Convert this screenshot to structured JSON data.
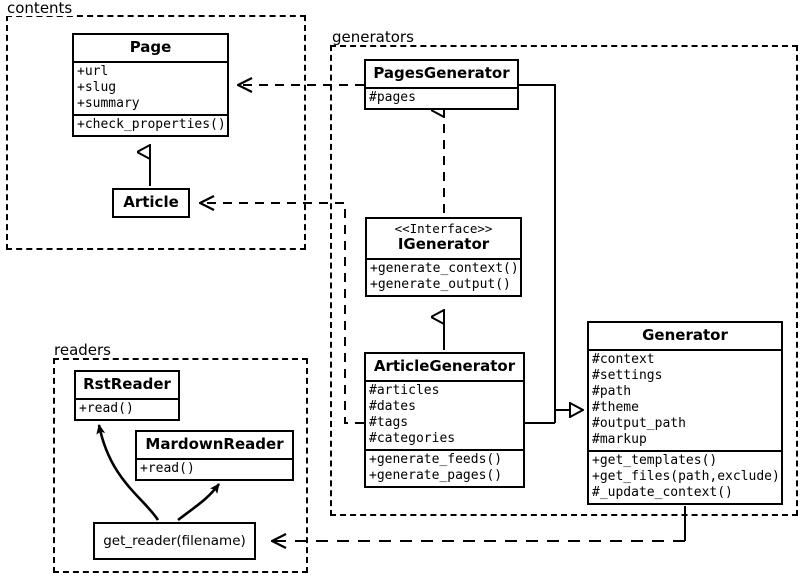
{
  "diagram": {
    "type": "uml-class-diagram",
    "packages": [
      {
        "id": "contents",
        "label": "contents"
      },
      {
        "id": "generators",
        "label": "generators"
      },
      {
        "id": "readers",
        "label": "readers"
      }
    ]
  },
  "classes": {
    "page": {
      "name": "Page",
      "attributes": [
        "+url",
        "+slug",
        "+summary"
      ],
      "methods": [
        "+check_properties()"
      ]
    },
    "article": {
      "name": "Article",
      "attributes": [],
      "methods": []
    },
    "pages_generator": {
      "name": "PagesGenerator",
      "attributes": [
        "#pages"
      ],
      "methods": []
    },
    "igenerator": {
      "stereotype": "<<Interface>>",
      "name": "IGenerator",
      "attributes": [],
      "methods": [
        "+generate_context()",
        "+generate_output()"
      ]
    },
    "article_generator": {
      "name": "ArticleGenerator",
      "attributes": [
        "#articles",
        "#dates",
        "#tags",
        "#categories"
      ],
      "methods": [
        "+generate_feeds()",
        "+generate_pages()"
      ]
    },
    "generator": {
      "name": "Generator",
      "attributes": [
        "#context",
        "#settings",
        "#path",
        "#theme",
        "#output_path",
        "#markup"
      ],
      "methods": [
        "+get_templates()",
        "+get_files(path,exclude)",
        "#_update_context()"
      ]
    },
    "rst_reader": {
      "name": "RstReader",
      "attributes": [],
      "methods": [
        "+read()"
      ]
    },
    "mardown_reader": {
      "name": "MardownReader",
      "attributes": [],
      "methods": [
        "+read()"
      ]
    },
    "get_reader": {
      "name": "get_reader(filename)"
    }
  },
  "relations": [
    {
      "id": "pagesgenerator-uses-page",
      "from": "PagesGenerator",
      "to": "Page",
      "kind": "dependency"
    },
    {
      "id": "articlegenerator-uses-article",
      "from": "ArticleGenerator",
      "to": "Article",
      "kind": "dependency"
    },
    {
      "id": "article-extends-page",
      "from": "Article",
      "to": "Page",
      "kind": "generalization"
    },
    {
      "id": "pagesgenerator-realizes-igenerator",
      "from": "PagesGenerator",
      "to": "IGenerator",
      "kind": "realization"
    },
    {
      "id": "articlegenerator-realizes-igenerator",
      "from": "ArticleGenerator",
      "to": "IGenerator",
      "kind": "generalization"
    },
    {
      "id": "pagesgenerator-extends-generator",
      "from": "PagesGenerator",
      "to": "Generator",
      "kind": "generalization"
    },
    {
      "id": "articlegenerator-extends-generator",
      "from": "ArticleGenerator",
      "to": "Generator",
      "kind": "generalization"
    },
    {
      "id": "generator-uses-getreader",
      "from": "Generator",
      "to": "get_reader(filename)",
      "kind": "dependency"
    },
    {
      "id": "getreader-returns-rstreader",
      "from": "get_reader(filename)",
      "to": "RstReader",
      "kind": "flow"
    },
    {
      "id": "getreader-returns-mardownreader",
      "from": "get_reader(filename)",
      "to": "MardownReader",
      "kind": "flow"
    }
  ],
  "colors": {
    "line": "#000000",
    "background": "#ffffff",
    "text": "#000000"
  }
}
